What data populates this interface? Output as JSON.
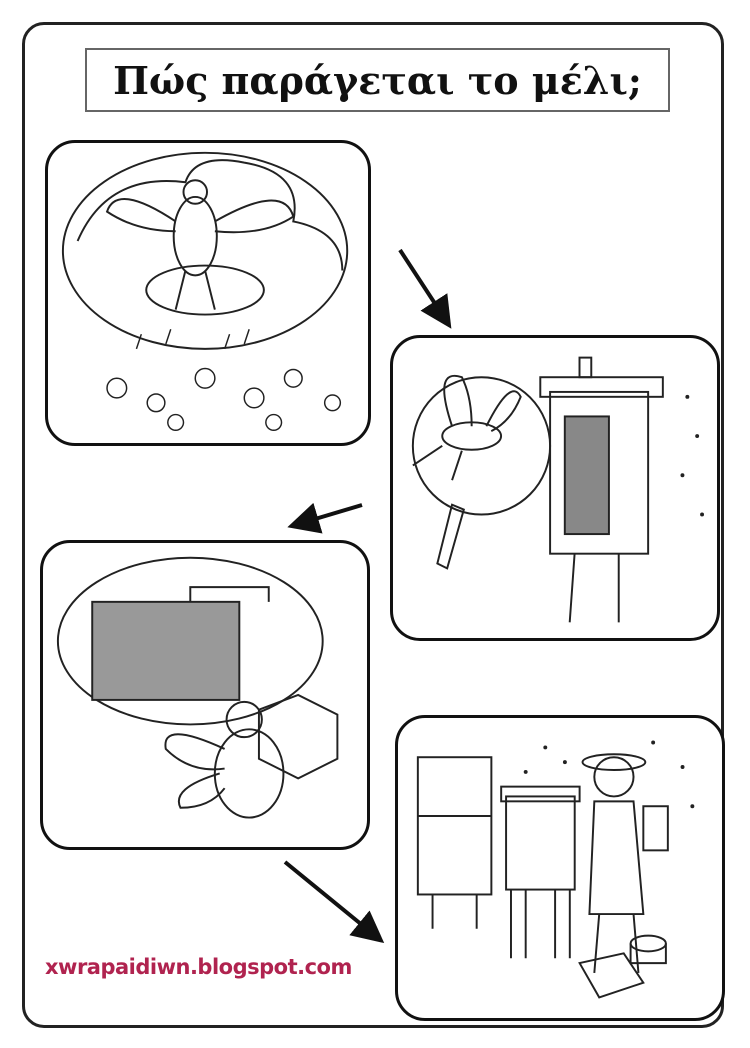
{
  "title": "Πώς παράγεται το μέλι;",
  "credit": "xwrapaidiwn.blogspot.com",
  "credit_color": "#b0234f",
  "steps": [
    {
      "name": "bee-on-flower"
    },
    {
      "name": "bee-and-beehive"
    },
    {
      "name": "honeycomb-and-bee"
    },
    {
      "name": "beekeeper-at-hives"
    }
  ]
}
